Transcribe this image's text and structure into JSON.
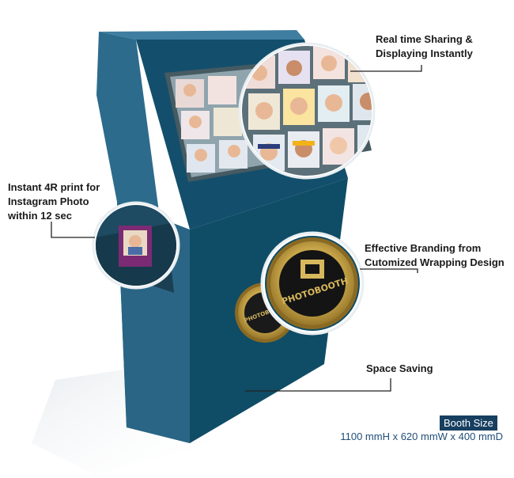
{
  "callouts": {
    "sharing": {
      "line1": "Real time Sharing &",
      "line2": "Displaying Instantly"
    },
    "print": {
      "line1": "Instant 4R print for",
      "line2": "Instagram Photo",
      "line3": "within 12 sec"
    },
    "branding": {
      "line1": "Effective Branding from",
      "line2": "Cutomized Wrapping Design"
    },
    "space": {
      "line1": "Space Saving"
    }
  },
  "booth_size": {
    "label": "Booth Size",
    "dimensions": "1100 mmH x 620 mmW x 400 mmD"
  },
  "logo": {
    "text": "PHOTOBOOTH"
  },
  "colors": {
    "booth_front": "#0f4c66",
    "booth_side": "#2d6b8c",
    "booth_top": "#3f7ea0",
    "screen_frame": "#465a62",
    "badge_bg": "#173f60",
    "seal_gold": "#c9a74a"
  }
}
